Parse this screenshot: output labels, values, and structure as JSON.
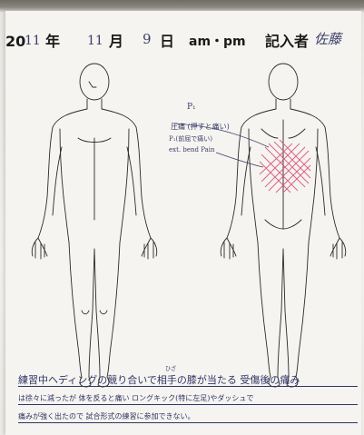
{
  "header": {
    "year_number": "20",
    "year_handwritten": "11",
    "year_label": "年",
    "month_handwritten": "11",
    "month_label": "月",
    "day_handwritten": "9",
    "day_label": "日",
    "am_pm": "am・pm",
    "recorder_label": "記入者",
    "recorder_name": "佐藤"
  },
  "annotation": {
    "point_label": "P₁",
    "line1": "圧痛 (押すと痛い)",
    "line2": "P₁(前屈で痛い)",
    "line3": "ext. bend Pain",
    "pain_area_color": "#d94a7a"
  },
  "notes": {
    "line1": "練習中ヘディングの競り合いで相手の膝が当たる 受傷後の痛み",
    "line2": "は徐々に減ったが 体を反ると痛い ロングキック(特に左足)やダッシュで",
    "line3": "痛みが強く出たので 試合形式の練習に参加できない。",
    "ruby": "ひざ"
  }
}
